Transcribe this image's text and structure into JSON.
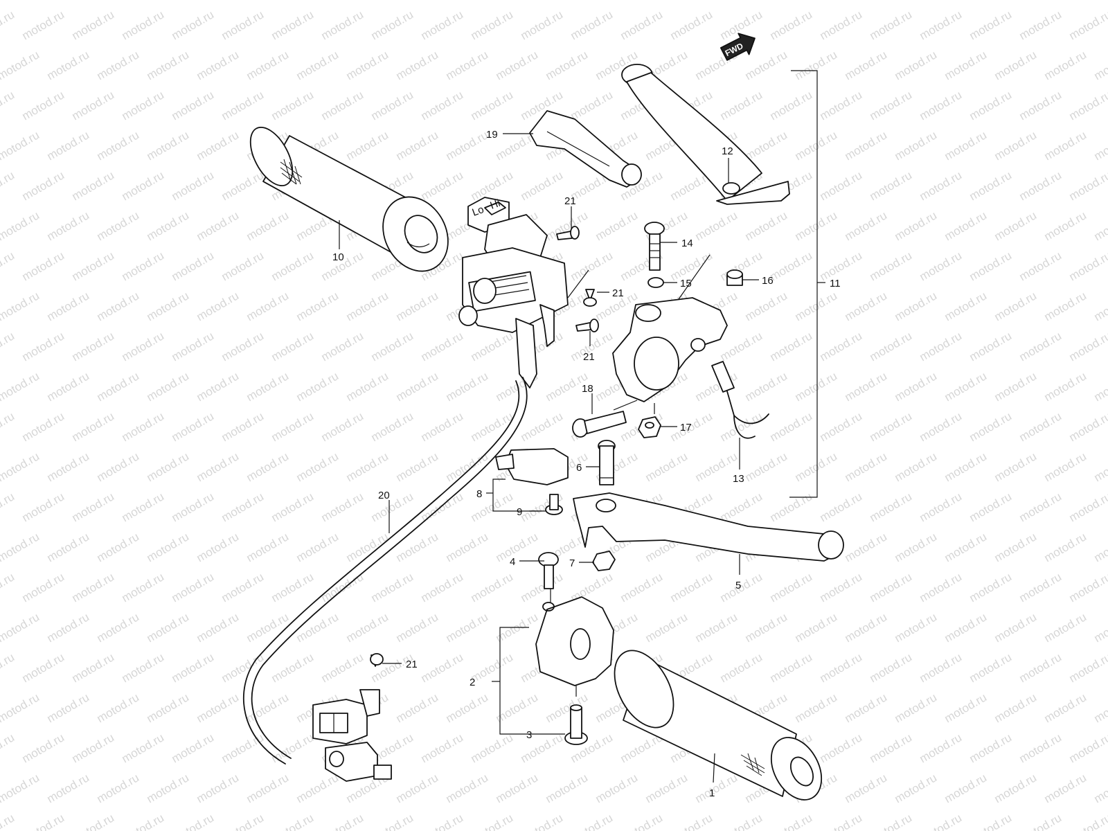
{
  "watermark": "motod.ru",
  "direction_badge": "FWD",
  "switch_marks": {
    "lo": "Lo",
    "hi": "Hi"
  },
  "callouts": {
    "p1": "1",
    "p2": "2",
    "p3": "3",
    "p4": "4",
    "p5": "5",
    "p6": "6",
    "p7": "7",
    "p8": "8",
    "p9": "9",
    "p10": "10",
    "p11": "11",
    "p12": "12",
    "p13": "13",
    "p14": "14",
    "p15": "15",
    "p16": "16",
    "p17": "17",
    "p18": "18",
    "p19": "19",
    "p20": "20",
    "p21a": "21",
    "p21b": "21",
    "p21c": "21",
    "p21d": "21"
  }
}
